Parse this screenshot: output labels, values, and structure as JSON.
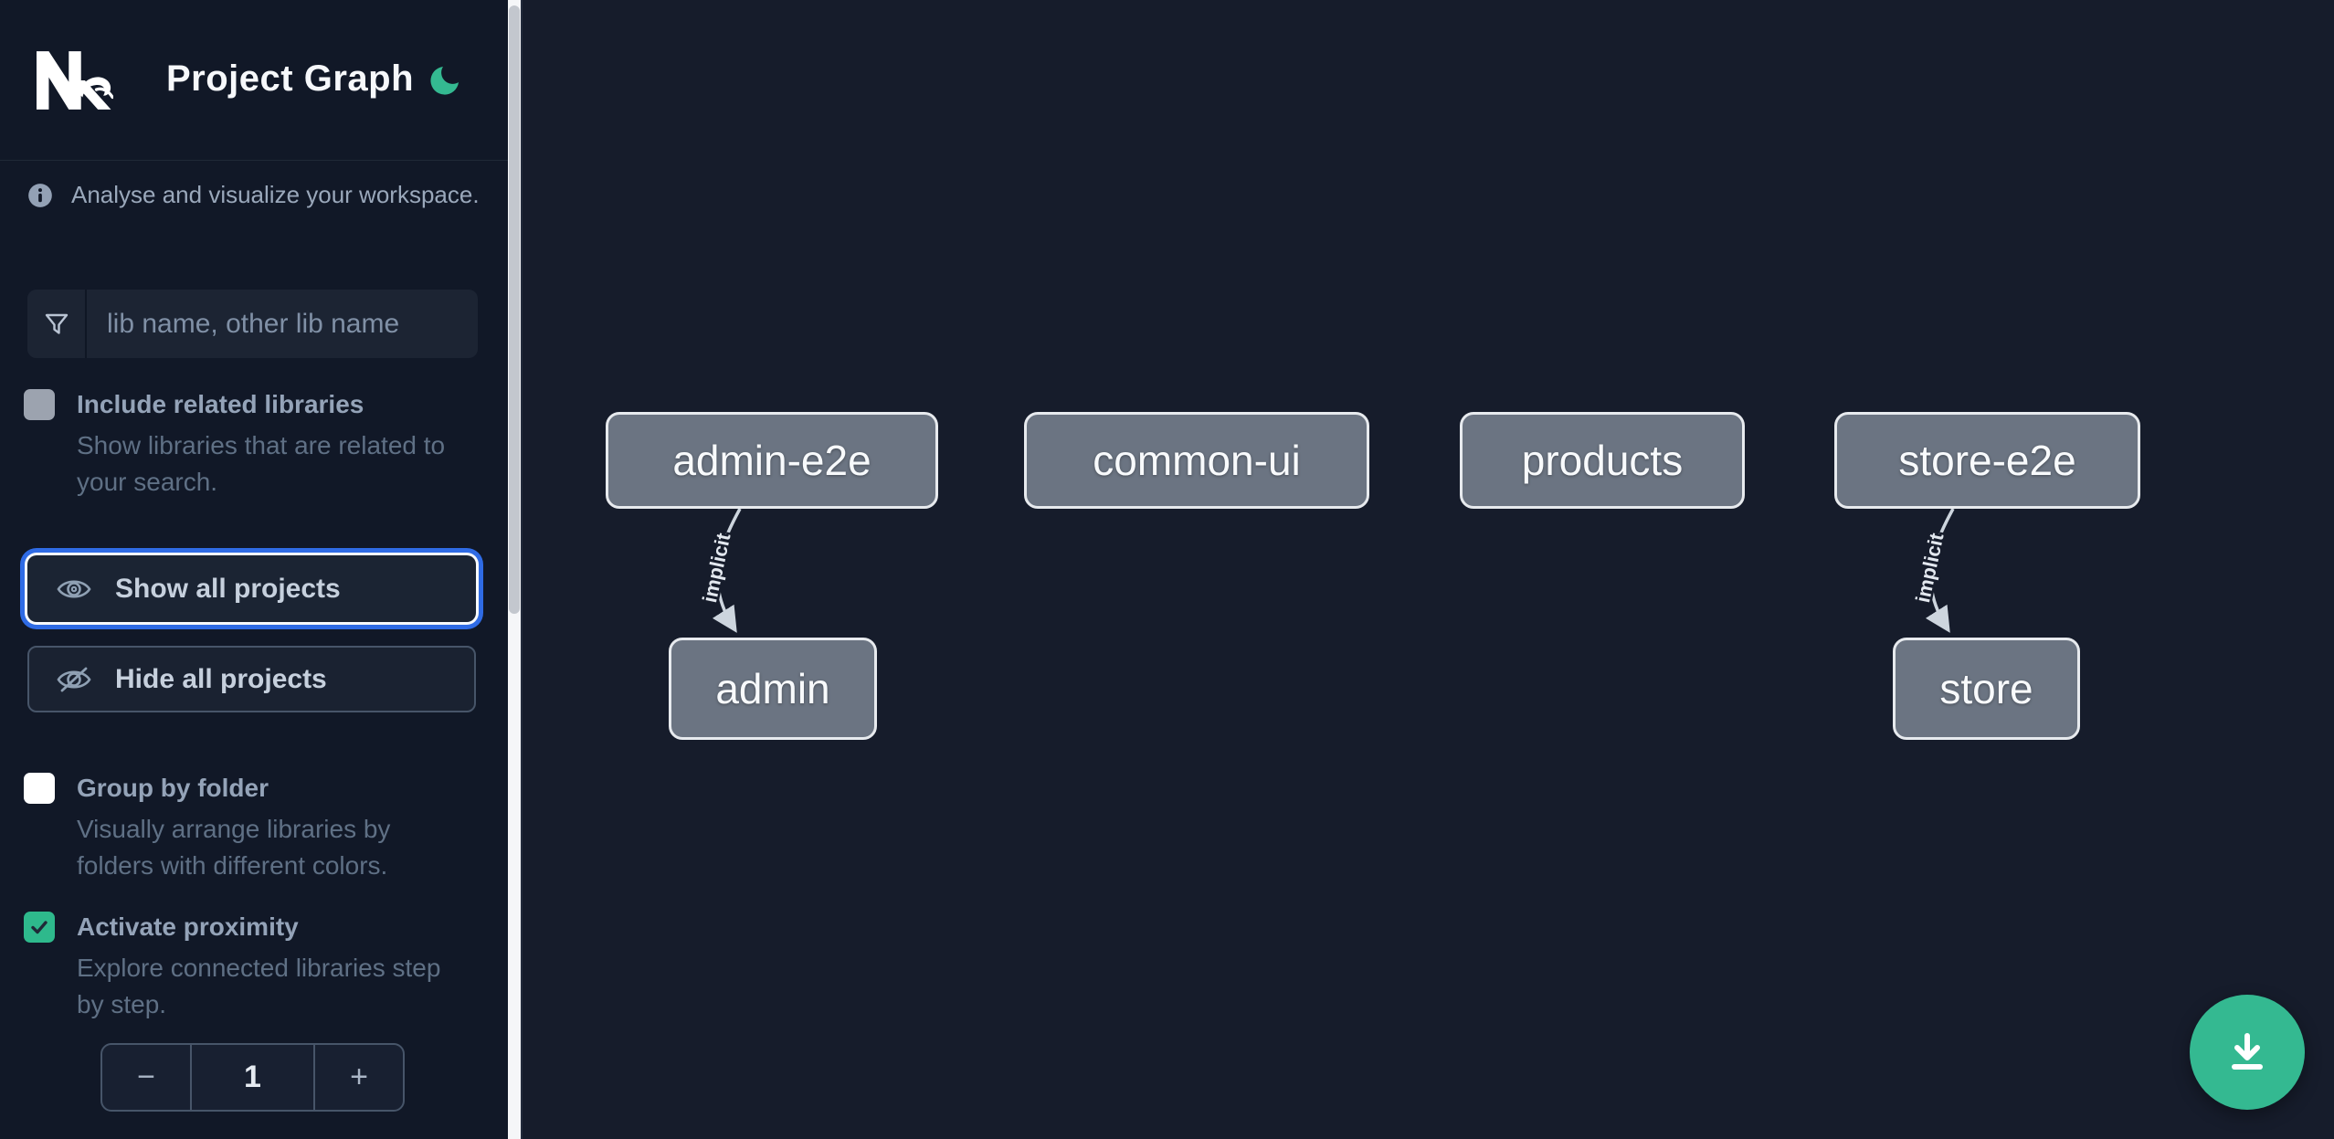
{
  "header": {
    "title": "Project Graph",
    "logo_icon": "nx-logo",
    "theme_icon": "moon-icon"
  },
  "sidebar": {
    "subtitle": "Analyse and visualize your workspace.",
    "search": {
      "icon": "filter-icon",
      "placeholder": "lib name, other lib name",
      "value": ""
    },
    "checkboxes": [
      {
        "label": "Include related libraries",
        "description": "Show libraries that are related to your search.",
        "checked": false,
        "disabled": true
      },
      {
        "label": "Group by folder",
        "description": "Visually arrange libraries by folders with different colors.",
        "checked": false,
        "disabled": false
      },
      {
        "label": "Activate proximity",
        "description": "Explore connected libraries step by step.",
        "checked": true,
        "disabled": false
      }
    ],
    "buttons": [
      {
        "label": "Show all projects",
        "icon": "eye-icon",
        "focused": true
      },
      {
        "label": "Hide all projects",
        "icon": "eye-off-icon",
        "focused": false
      }
    ],
    "stepper": {
      "decrease": "−",
      "value": "1",
      "increase": "+"
    }
  },
  "graph": {
    "nodes": [
      {
        "label": "admin-e2e"
      },
      {
        "label": "common-ui"
      },
      {
        "label": "products"
      },
      {
        "label": "store-e2e"
      },
      {
        "label": "admin"
      },
      {
        "label": "store"
      }
    ],
    "edges": [
      {
        "from": "admin-e2e",
        "to": "admin",
        "label": "implicit"
      },
      {
        "from": "store-e2e",
        "to": "store",
        "label": "implicit"
      }
    ]
  },
  "fab": {
    "icon": "download-icon"
  },
  "colors": {
    "accent_green": "#34b991",
    "focus_ring_blue": "#2f6be5",
    "sidebar_bg": "#111827",
    "canvas_bg": "#161c2b",
    "node_fill": "#6b7482",
    "node_border": "#e7eaee",
    "edge": "#cdd5de",
    "checkbox_checked": "#2eb98c",
    "checkbox_disabled": "#9ca3af",
    "scrollbar_thumb": "#c3c7ce"
  }
}
